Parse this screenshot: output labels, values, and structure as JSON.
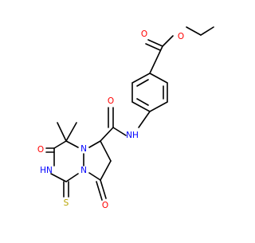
{
  "molecule": {
    "atom_labels": {
      "ester_o_carbonyl": "O",
      "ester_o_ether": "O",
      "amide_o": "O",
      "amide_nh": "NH",
      "ring_n1": "N",
      "ring_n2": "N",
      "ring_o_left": "O",
      "ring_nh": "HN",
      "ring_o_right": "O",
      "thione_s": "S"
    },
    "colors": {
      "bond": "#000000",
      "oxygen": "#ff0000",
      "nitrogen": "#0000ff",
      "sulfur": "#b8a400"
    }
  }
}
